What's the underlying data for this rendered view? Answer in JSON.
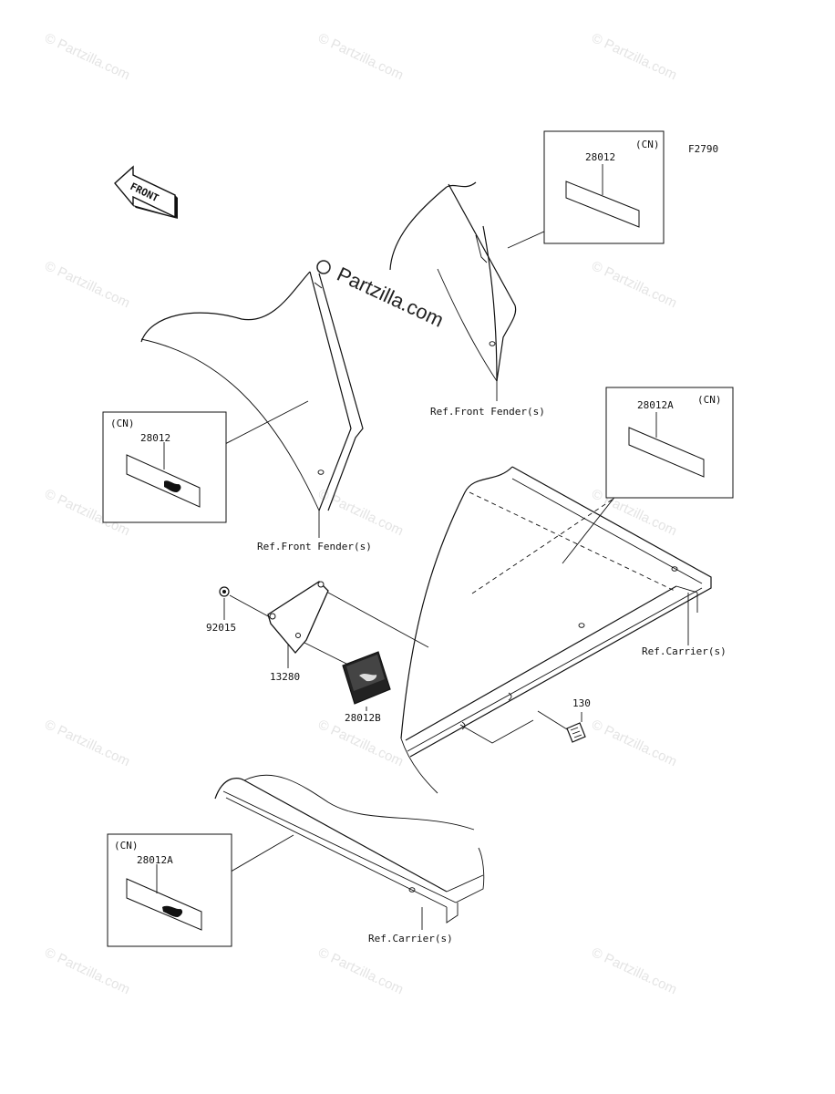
{
  "figure_code": "F2790",
  "front_arrow_text": "FRONT",
  "watermark": "© Partzilla.com",
  "center_watermark": "Partzilla.com",
  "callouts": {
    "decal_top_part": "28012",
    "decal_top_cn": "(CN)",
    "decal_left_part": "28012",
    "decal_left_cn": "(CN)",
    "decal_right_part": "28012A",
    "decal_right_cn": "(CN)",
    "decal_bottom_part": "28012A",
    "decal_bottom_cn": "(CN)",
    "part_92015": "92015",
    "part_13280": "13280",
    "part_28012B": "28012B",
    "part_130": "130"
  },
  "references": {
    "front_fender_top": "Ref.Front Fender(s)",
    "front_fender_left": "Ref.Front Fender(s)",
    "carrier_right": "Ref.Carrier(s)",
    "carrier_bottom": "Ref.Carrier(s)"
  }
}
